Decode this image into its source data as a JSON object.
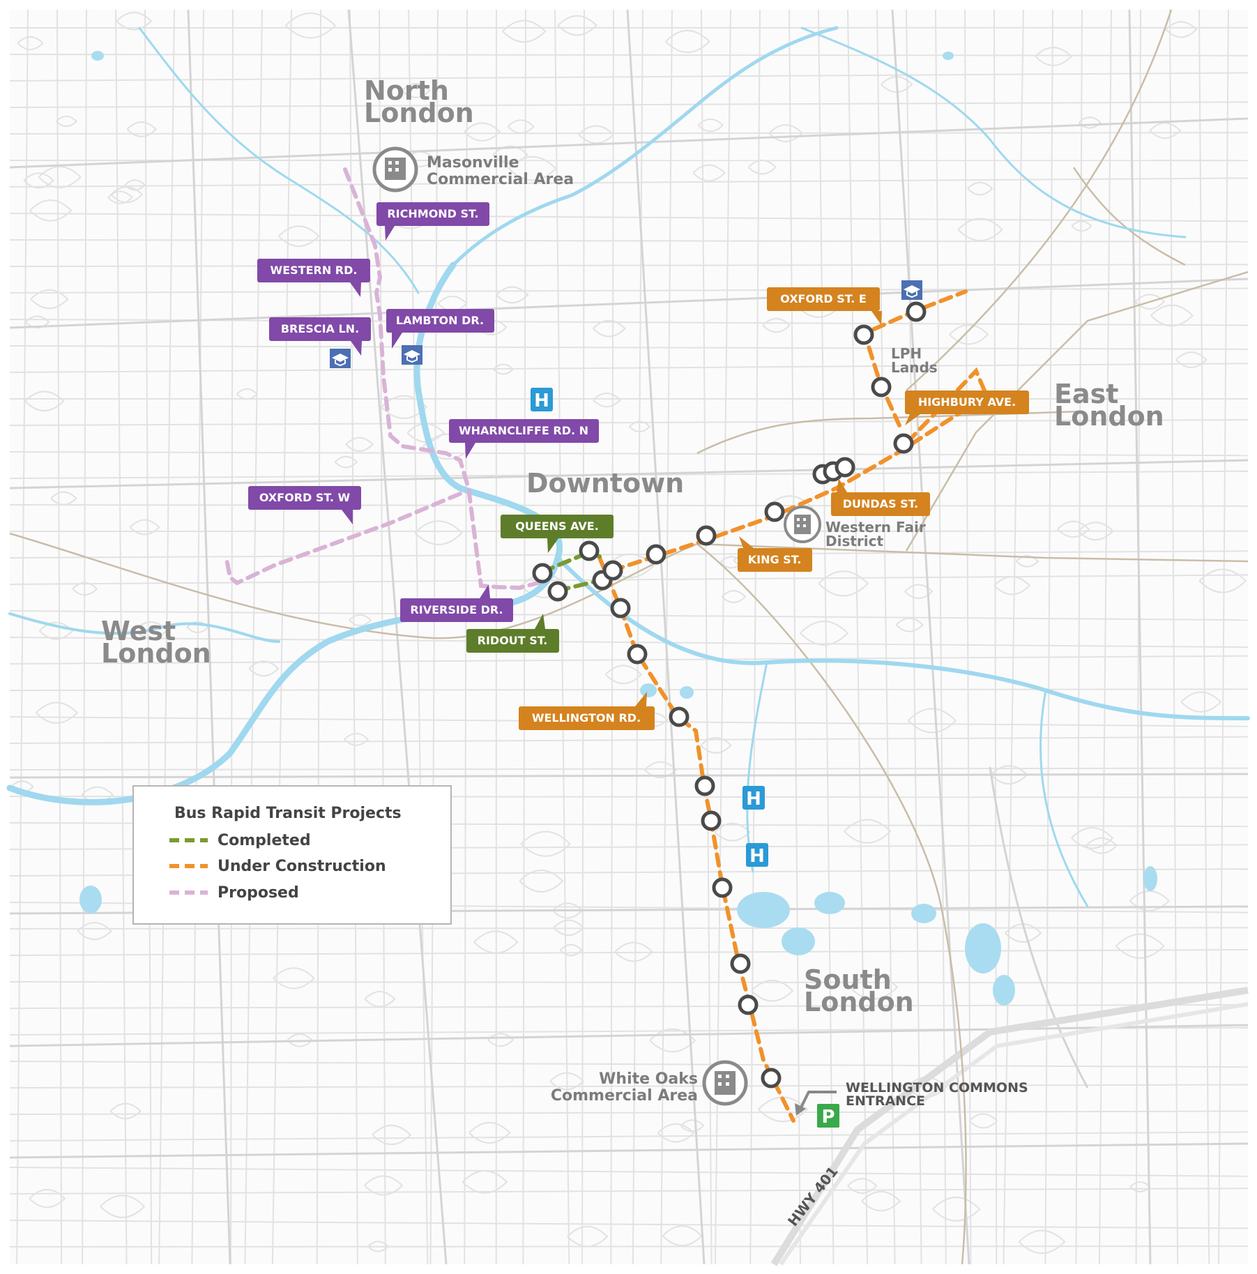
{
  "areas": {
    "north": [
      "North",
      "London"
    ],
    "east": [
      "East",
      "London"
    ],
    "west": [
      "West",
      "London"
    ],
    "south": [
      "South",
      "London"
    ],
    "downtown": "Downtown"
  },
  "pois": {
    "masonville": [
      "Masonville",
      "Commercial Area"
    ],
    "lph": [
      "LPH",
      "Lands"
    ],
    "western_fair": [
      "Western Fair",
      "District"
    ],
    "white_oaks": [
      "White Oaks",
      "Commercial Area"
    ],
    "wellington_commons": [
      "WELLINGTON COMMONS",
      "ENTRANCE"
    ],
    "hwy": "HWY 401"
  },
  "callouts": {
    "richmond": "RICHMOND ST.",
    "western_rd": "WESTERN RD.",
    "brescia": "BRESCIA LN.",
    "lambton": "LAMBTON DR.",
    "wharncliffe": "WHARNCLIFFE RD. N",
    "oxford_w": "OXFORD ST. W",
    "riverside": "RIVERSIDE DR.",
    "queens": "QUEENS AVE.",
    "ridout": "RIDOUT ST.",
    "wellington_rd": "WELLINGTON RD.",
    "oxford_e": "OXFORD ST. E",
    "highbury": "HIGHBURY AVE.",
    "dundas": "DUNDAS ST.",
    "king": "KING ST."
  },
  "icons": {
    "hospital": "H",
    "parking": "P"
  },
  "legend": {
    "title": "Bus Rapid Transit Projects",
    "items": [
      {
        "label": "Completed",
        "color": "#7a9a2e"
      },
      {
        "label": "Under Construction",
        "color": "#f0922b"
      },
      {
        "label": "Proposed",
        "color": "#d9b3d6"
      }
    ]
  },
  "colors": {
    "proposed": "#d9b3d6",
    "construction": "#f0922b",
    "completed": "#7a9a2e",
    "purple_callout": "#8149a8",
    "orange_callout": "#d4831f",
    "green_callout": "#5e7d2a",
    "hospital": "#2b9ad6",
    "parking": "#3aa94a",
    "school": "#4d6fb3"
  }
}
